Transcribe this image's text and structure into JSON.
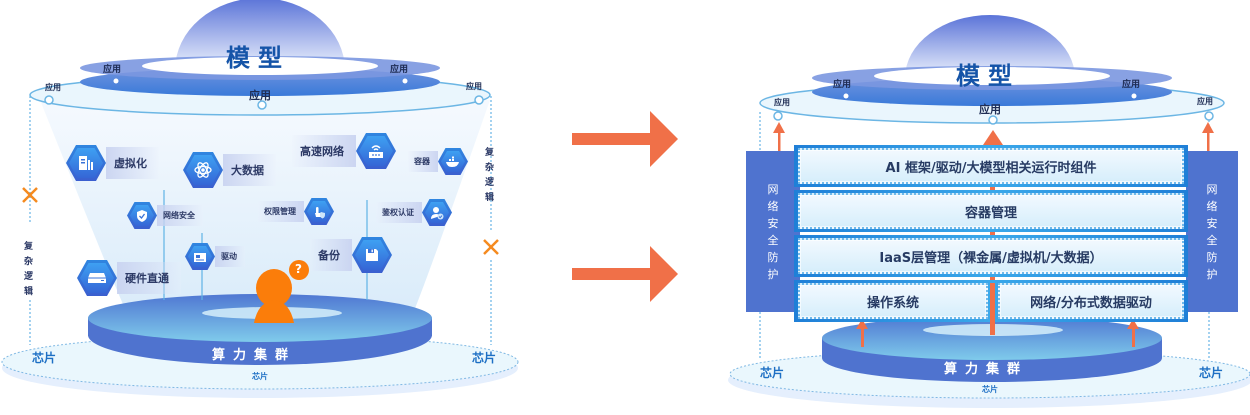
{
  "colors": {
    "primary_blue": "#4f73cf",
    "light_blue": "#e6f4fd",
    "accent_orange": "#f07048",
    "person_orange": "#fb7d0a",
    "title_blue": "#1554a8",
    "chip_blue": "#1d6fc4"
  },
  "left_diagram": {
    "model_label": "模型",
    "app_labels": {
      "top_left": "应用",
      "top_right": "应用",
      "center": "应用",
      "outer_left": "应用",
      "outer_right": "应用"
    },
    "complex_logic_left": [
      "复",
      "杂",
      "逻",
      "辑"
    ],
    "complex_logic_right": [
      "复",
      "杂",
      "逻",
      "辑"
    ],
    "cross_icon": "x-mark-icon",
    "components": [
      {
        "label": "虚拟化",
        "icon": "server-icon"
      },
      {
        "label": "大数据",
        "icon": "atom-icon"
      },
      {
        "label": "高速网络",
        "icon": "wifi-router-icon"
      },
      {
        "label": "容器",
        "icon": "docker-whale-icon"
      },
      {
        "label": "网络安全",
        "icon": "shield-icon"
      },
      {
        "label": "权限管理",
        "icon": "hand-shield-icon"
      },
      {
        "label": "鉴权认证",
        "icon": "user-check-icon"
      },
      {
        "label": "驱动",
        "icon": "drive-icon"
      },
      {
        "label": "备份",
        "icon": "floppy-icon"
      },
      {
        "label": "硬件直通",
        "icon": "hardware-icon"
      }
    ],
    "person_icon": "confused-user-icon",
    "question_mark": "?",
    "cluster_label": "算力集群",
    "chip_left": "芯片",
    "chip_right": "芯片",
    "chip_center": "芯片"
  },
  "arrows": {
    "icon": "arrow-right-icon",
    "count": 2
  },
  "right_diagram": {
    "model_label": "模型",
    "app_labels": {
      "top_left": "应用",
      "top_right": "应用",
      "center": "应用",
      "outer_left": "应用",
      "outer_right": "应用"
    },
    "security_left": [
      "网",
      "络",
      "安",
      "全",
      "防",
      "护"
    ],
    "security_right": [
      "网",
      "络",
      "安",
      "全",
      "防",
      "护"
    ],
    "layers": [
      "AI 框架/驱动/大模型相关运行时组件",
      "容器管理",
      "IaaS层管理（裸金属/虚拟机/大数据）"
    ],
    "bottom_layers": {
      "left": "操作系统",
      "right": "网络/分布式数据驱动"
    },
    "cluster_label": "算力集群",
    "chip_left": "芯片",
    "chip_right": "芯片",
    "chip_center": "芯片"
  }
}
